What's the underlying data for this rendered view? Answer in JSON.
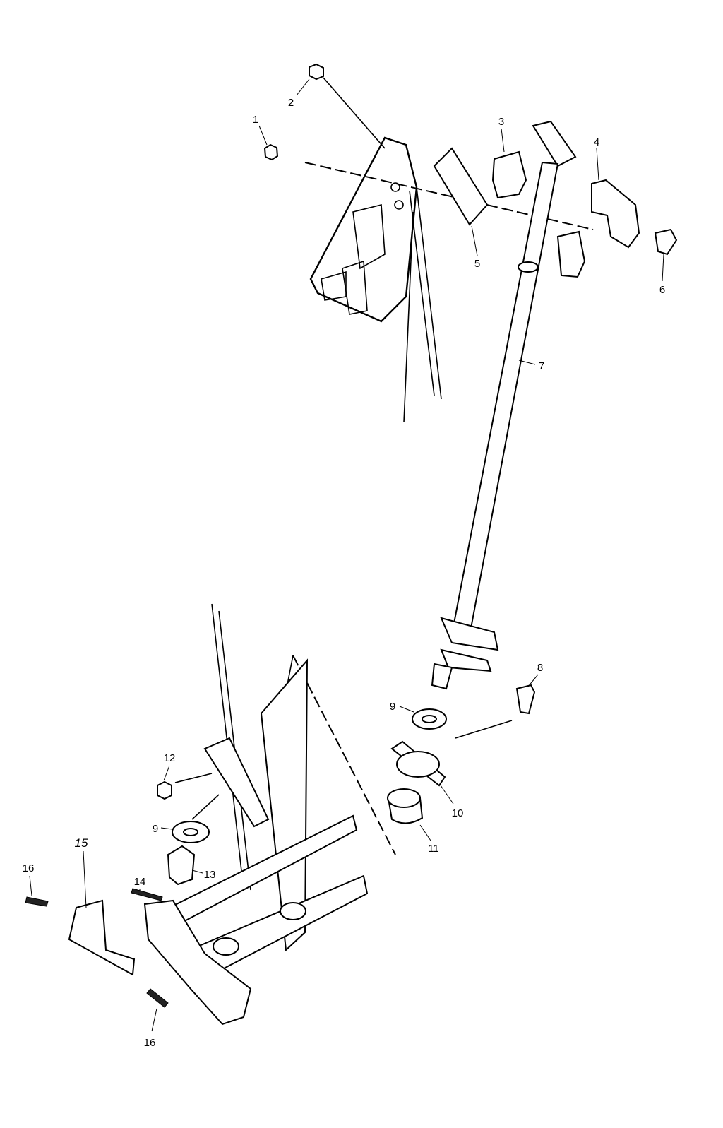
{
  "diagram": {
    "type": "exploded-parts-view",
    "callouts": {
      "c1": "1",
      "c2": "2",
      "c3": "3",
      "c4": "4",
      "c5": "5",
      "c6": "6",
      "c7": "7",
      "c8": "8",
      "c9a": "9",
      "c9b": "9",
      "c10": "10",
      "c11": "11",
      "c12": "12",
      "c13": "13",
      "c14": "14",
      "c15": "15",
      "c16a": "16",
      "c16b": "16"
    }
  }
}
